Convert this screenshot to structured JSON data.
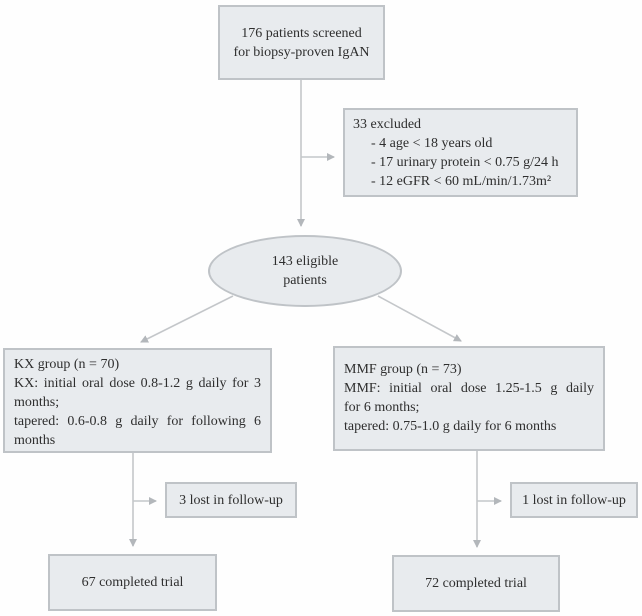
{
  "palette": {
    "box_fill": "#e8ebee",
    "box_border": "#bfc3c7",
    "arrow_line": "#c4c7ca",
    "arrow_head": "#b3b7bb",
    "text": "#2e2e2e"
  },
  "flowchart": {
    "screened": {
      "text": "176 patients screened\nfor biopsy-proven IgAN"
    },
    "excluded": {
      "title": "33 excluded",
      "items": [
        "- 4 age < 18 years old",
        "- 17 urinary protein < 0.75 g/24 h",
        "- 12 eGFR < 60 mL/min/1.73m²"
      ]
    },
    "eligible": {
      "text": "143 eligible\npatients"
    },
    "kx_group": {
      "lines": [
        "KX group (n = 70)",
        "KX: initial oral dose 0.8-1.2 g daily for 3",
        "months;",
        "tapered: 0.6-0.8 g daily for following 6",
        "months"
      ]
    },
    "mmf_group": {
      "lines": [
        "MMF group (n = 73)",
        "MMF: initial oral dose 1.25-1.5 g daily",
        "for 6 months;",
        "tapered: 0.75-1.0 g daily for 6 months"
      ]
    },
    "lost_kx": {
      "text": "3 lost in follow-up"
    },
    "lost_mmf": {
      "text": "1 lost in follow-up"
    },
    "completed_kx": {
      "text": "67 completed trial"
    },
    "completed_mmf": {
      "text": "72 completed trial"
    }
  }
}
